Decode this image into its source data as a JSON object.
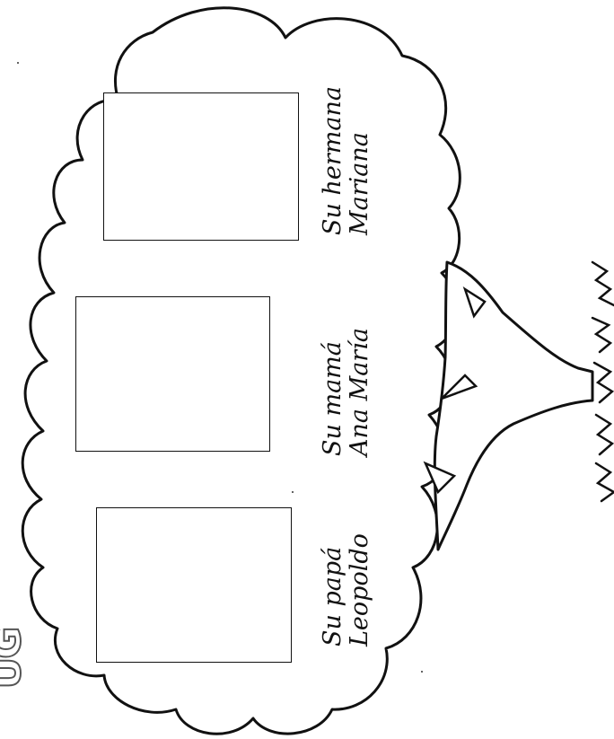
{
  "worksheet": {
    "members": [
      {
        "relation": "Su papá",
        "name": "Leopoldo"
      },
      {
        "relation": "Su mamá",
        "name": "Ana María"
      },
      {
        "relation": "Su hermana",
        "name": "Mariana"
      }
    ],
    "corner_mark": "UG"
  },
  "colors": {
    "ink": "#111111",
    "paper": "#ffffff"
  },
  "icons": [
    "tree-crown",
    "tree-trunk",
    "grass-tufts"
  ]
}
